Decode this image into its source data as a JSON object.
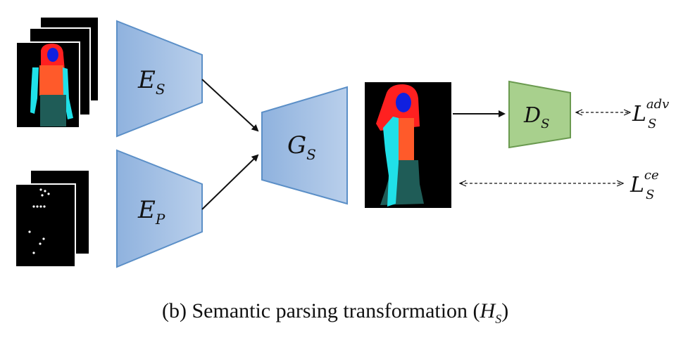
{
  "blocks": {
    "encoder_s": {
      "symbol": "E",
      "subscript": "S"
    },
    "encoder_p": {
      "symbol": "E",
      "subscript": "P"
    },
    "generator": {
      "symbol": "G",
      "subscript": "S"
    },
    "discriminator": {
      "symbol": "D",
      "subscript": "S"
    }
  },
  "losses": {
    "adversarial": {
      "symbol": "L",
      "subscript": "S",
      "superscript": "adv"
    },
    "cross_entropy": {
      "symbol": "L",
      "subscript": "S",
      "superscript": "ce"
    }
  },
  "caption": {
    "prefix": "(b) Semantic parsing transformation (",
    "symbol": "H",
    "subscript": "S",
    "suffix": ")"
  },
  "colors": {
    "encoder_fill": "#9dbbe0",
    "encoder_stroke": "#5b8fc7",
    "discriminator_fill": "#a8d08d",
    "discriminator_stroke": "#6a9a4f",
    "hair": "#ff2020",
    "face": "#1020e0",
    "upper_clothes": "#ff5a2a",
    "arms": "#20e0e8",
    "pants": "#1f5c57"
  }
}
